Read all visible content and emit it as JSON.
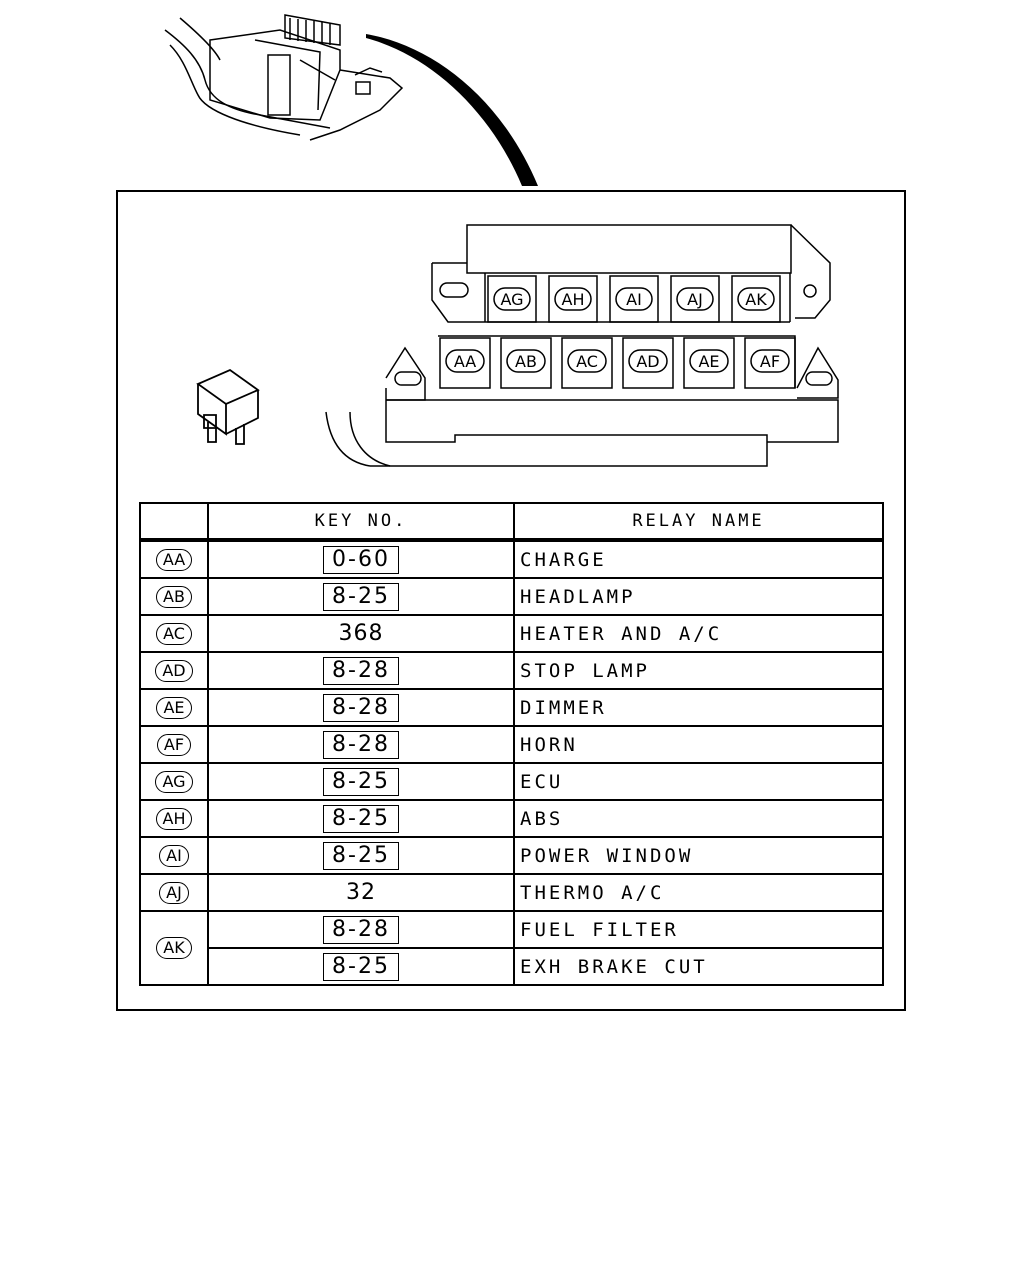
{
  "diagram": {
    "top_row_relays": [
      "AG",
      "AH",
      "AI",
      "AJ",
      "AK"
    ],
    "bottom_row_relays": [
      "AA",
      "AB",
      "AC",
      "AD",
      "AE",
      "AF"
    ]
  },
  "table": {
    "headers": {
      "code": "",
      "key_no": "KEY NO.",
      "relay_name": "RELAY NAME"
    },
    "rows": [
      {
        "code": "AA",
        "key_no": "0-60",
        "key_boxed": true,
        "relay_name": "CHARGE"
      },
      {
        "code": "AB",
        "key_no": "8-25",
        "key_boxed": true,
        "relay_name": "HEADLAMP"
      },
      {
        "code": "AC",
        "key_no": "368",
        "key_boxed": false,
        "relay_name": "HEATER AND A/C"
      },
      {
        "code": "AD",
        "key_no": "8-28",
        "key_boxed": true,
        "relay_name": "STOP LAMP"
      },
      {
        "code": "AE",
        "key_no": "8-28",
        "key_boxed": true,
        "relay_name": "DIMMER"
      },
      {
        "code": "AF",
        "key_no": "8-28",
        "key_boxed": true,
        "relay_name": "HORN"
      },
      {
        "code": "AG",
        "key_no": "8-25",
        "key_boxed": true,
        "relay_name": "ECU"
      },
      {
        "code": "AH",
        "key_no": "8-25",
        "key_boxed": true,
        "relay_name": "ABS"
      },
      {
        "code": "AI",
        "key_no": "8-25",
        "key_boxed": true,
        "relay_name": "POWER WINDOW"
      },
      {
        "code": "AJ",
        "key_no": "32",
        "key_boxed": false,
        "relay_name": "THERMO A/C"
      },
      {
        "code": "AK",
        "key_no": "8-28",
        "key_boxed": true,
        "relay_name": "FUEL FILTER"
      },
      {
        "code": "",
        "key_no": "8-25",
        "key_boxed": true,
        "relay_name": "EXH BRAKE CUT"
      }
    ]
  }
}
